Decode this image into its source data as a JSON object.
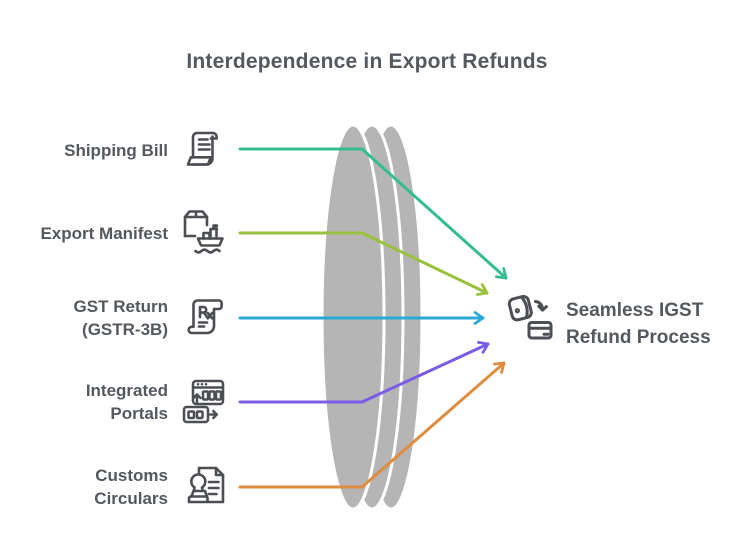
{
  "header": {
    "title": "Interdependence in Export Refunds"
  },
  "colors": {
    "text": "#54595f",
    "icon_stroke": "#4b4e53",
    "background": "#ffffff",
    "lens_stroke": "#ffffff"
  },
  "lens": {
    "fill": "#b5b5b5"
  },
  "sources": {
    "items": [
      {
        "label": "Shipping Bill",
        "icon": "shipping-bill-receipt-icon",
        "color": "#34bd8f"
      },
      {
        "label": "Export Manifest",
        "icon": "export-manifest-ship-icon",
        "color": "#9ac13c"
      },
      {
        "label": "GST Return\n(GSTR-3B)",
        "icon": "gst-return-scroll-icon",
        "color": "#2aa8d8"
      },
      {
        "label": "Integrated\nPortals",
        "icon": "integrated-portals-icon",
        "color": "#7b5ce6"
      },
      {
        "label": "Customs\nCirculars",
        "icon": "customs-stamp-document-icon",
        "color": "#e08c3e"
      }
    ]
  },
  "result": {
    "label": "Seamless IGST\nRefund Process",
    "icon": "refund-money-transfer-icon"
  }
}
